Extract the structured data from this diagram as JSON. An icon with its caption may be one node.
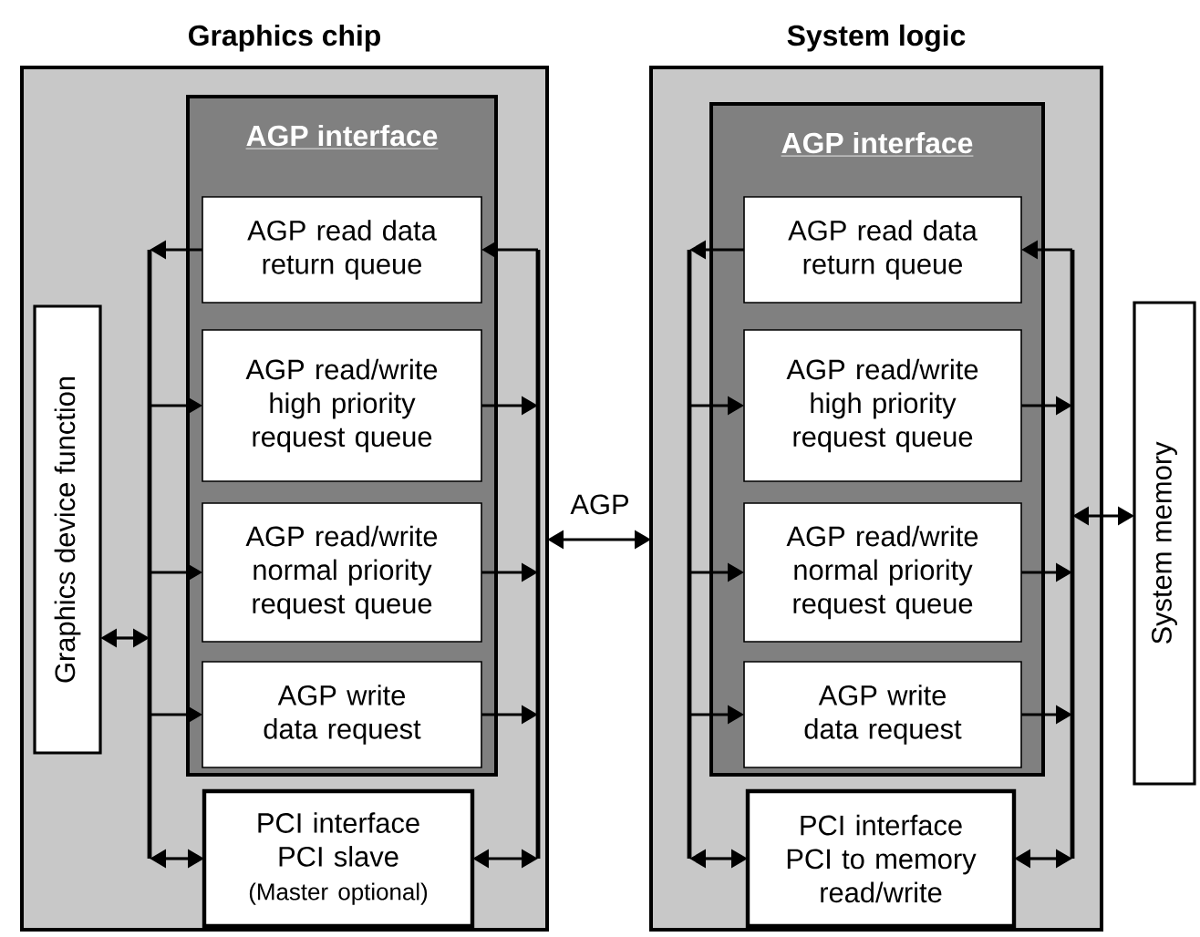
{
  "diagram": {
    "nodes": [
      {
        "text": [
          "Graphics chip"
        ]
      },
      {
        "text": [
          "AGP interface"
        ],
        "in": 0
      },
      {
        "text": [
          "AGP read data return queue"
        ],
        "in": 1
      },
      {
        "text": [
          "AGP read/write high priority request queue"
        ],
        "in": 1
      },
      {
        "text": [
          "AGP read/write normal priority request queue"
        ],
        "in": 1
      },
      {
        "text": [
          "AGP write data request"
        ],
        "in": 1
      },
      {
        "text": [
          "PCI interface",
          "PCI slave",
          "(Master optional)"
        ],
        "in": 0
      },
      {
        "text": [
          "Graphics device function"
        ],
        "in": 0
      },
      {
        "text": [],
        "shape": "bar",
        "in": 0
      },
      {
        "text": [],
        "shape": "bar",
        "in": 0
      },
      {
        "text": [
          "System logic"
        ]
      },
      {
        "text": [
          "AGP interface"
        ],
        "in": 10
      },
      {
        "text": [
          "AGP read data return queue"
        ],
        "in": 11
      },
      {
        "text": [
          "AGP read/write high priority request queue"
        ],
        "in": 11
      },
      {
        "text": [
          "AGP read/write normal priority request queue"
        ],
        "in": 11
      },
      {
        "text": [
          "AGP write data request"
        ],
        "in": 11
      },
      {
        "text": [
          "PCI interface",
          "PCI to memory read/write"
        ],
        "in": 10
      },
      {
        "text": [],
        "shape": "bar",
        "in": 10
      },
      {
        "text": [],
        "shape": "bar",
        "in": 10
      },
      {
        "text": [
          "System memory"
        ]
      }
    ],
    "edges": [
      {
        "from": 7,
        "to": 8,
        "arrow": "both"
      },
      {
        "from": 2,
        "to": 8,
        "arrow": "to"
      },
      {
        "from": 8,
        "to": 3,
        "arrow": "to"
      },
      {
        "from": 8,
        "to": 4,
        "arrow": "to"
      },
      {
        "from": 8,
        "to": 5,
        "arrow": "to"
      },
      {
        "from": 8,
        "to": 6,
        "arrow": "both"
      },
      {
        "from": 9,
        "to": 2,
        "arrow": "to"
      },
      {
        "from": 3,
        "to": 9,
        "arrow": "to"
      },
      {
        "from": 4,
        "to": 9,
        "arrow": "to"
      },
      {
        "from": 5,
        "to": 9,
        "arrow": "to"
      },
      {
        "from": 6,
        "to": 9,
        "arrow": "both"
      },
      {
        "from": 0,
        "to": 10,
        "arrow": "both",
        "label": "AGP"
      },
      {
        "from": 12,
        "to": 17,
        "arrow": "to"
      },
      {
        "from": 17,
        "to": 13,
        "arrow": "to"
      },
      {
        "from": 17,
        "to": 14,
        "arrow": "to"
      },
      {
        "from": 17,
        "to": 15,
        "arrow": "to"
      },
      {
        "from": 17,
        "to": 16,
        "arrow": "both"
      },
      {
        "from": 18,
        "to": 12,
        "arrow": "to"
      },
      {
        "from": 13,
        "to": 18,
        "arrow": "to"
      },
      {
        "from": 14,
        "to": 18,
        "arrow": "to"
      },
      {
        "from": 15,
        "to": 18,
        "arrow": "to"
      },
      {
        "from": 16,
        "to": 18,
        "arrow": "both"
      },
      {
        "from": 18,
        "to": 19,
        "arrow": "both"
      }
    ]
  }
}
